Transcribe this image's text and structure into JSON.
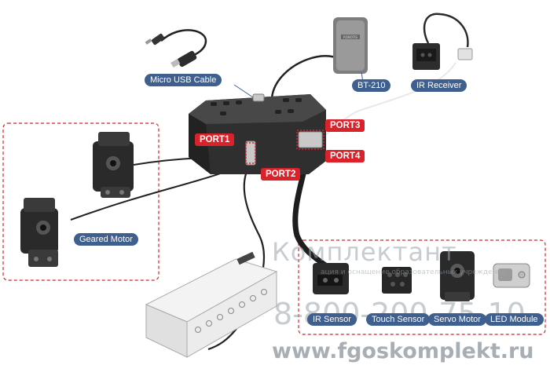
{
  "labels": {
    "usb": "Micro USB Cable",
    "bt": "BT-210",
    "ir_receiver": "IR Receiver",
    "geared_motor": "Geared Motor",
    "ir_sensor": "IR Sensor",
    "touch_sensor": "Touch Sensor",
    "servo_motor": "Servo Motor",
    "led_module": "LED Module"
  },
  "ports": {
    "port1": "PORT1",
    "port2": "PORT2",
    "port3": "PORT3",
    "port4": "PORT4"
  },
  "device_text": {
    "bt_brand": "ROBOTIS"
  },
  "watermark": {
    "brand": "Комплектант",
    "tagline": "ация и оснащение образовательных учреждений",
    "phone": "8-800-200-75-10",
    "site": "www.fgoskomplekt.ru"
  },
  "colors": {
    "label_blue": "#3f5f8e",
    "port_red": "#d9222a",
    "dashed_frame": "#d9222a",
    "controller": "#3a3a3a"
  }
}
